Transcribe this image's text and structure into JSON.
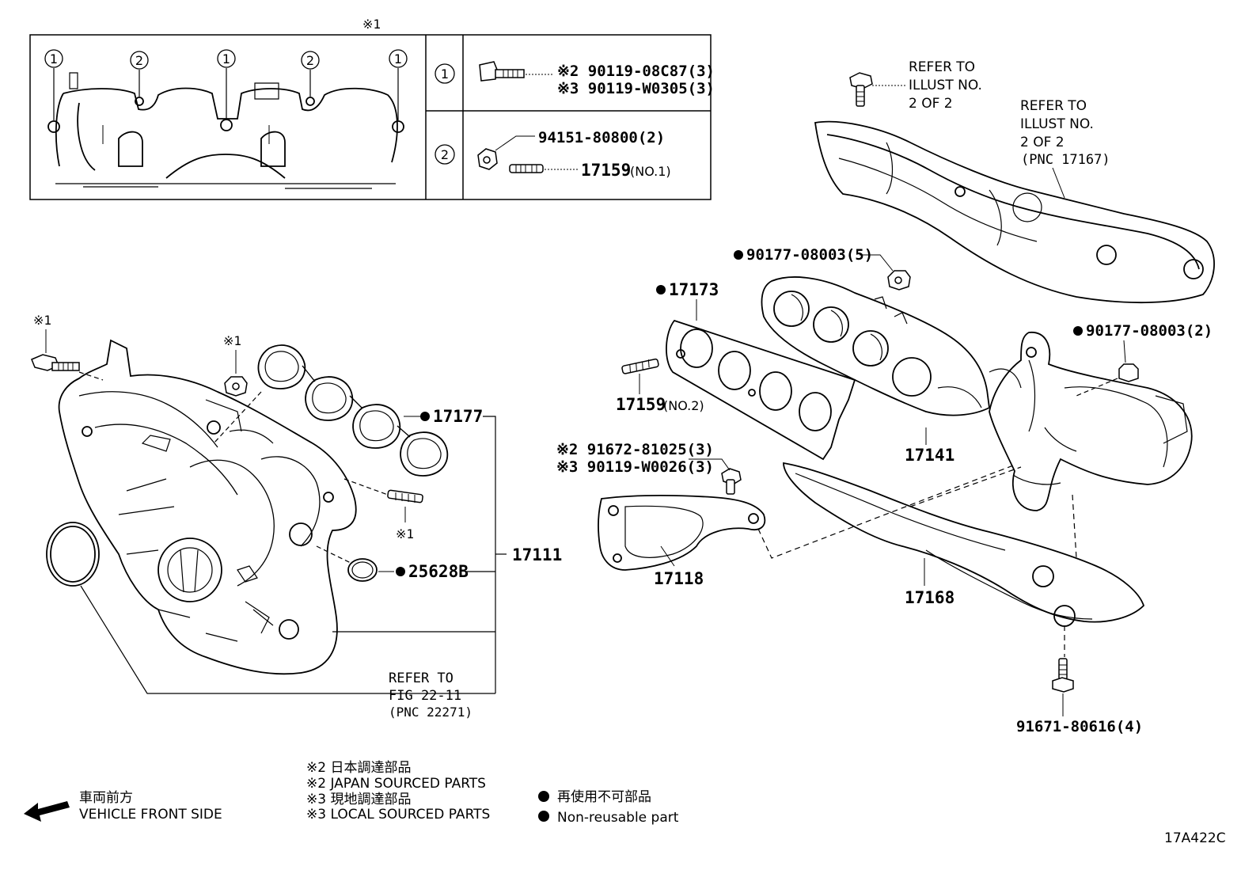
{
  "table": {
    "header_note": "※1",
    "row1": {
      "key": "1",
      "line1": "※2 90119-08C87(3)",
      "line2": "※3 90119-W0305(3)"
    },
    "row2": {
      "key": "2",
      "nut": "94151-80800(2)",
      "stud": "17159",
      "stud_note": "(NO.1)"
    },
    "flange_marks": [
      "1",
      "2",
      "1",
      "2",
      "1"
    ]
  },
  "refer_shield": {
    "line1": "REFER TO",
    "line2": "ILLUST NO.",
    "line3": "2 OF 2"
  },
  "refer_17167": {
    "line1": "REFER TO",
    "line2": "ILLUST NO.",
    "line3": "2 OF 2",
    "line4": "(PNC 17167)"
  },
  "refer_22271": {
    "line1": "REFER TO",
    "line2": "FIG 22-11",
    "line3": "(PNC 22271)"
  },
  "parts": {
    "p90177_5": "90177-08003(5)",
    "p17173": "17173",
    "p90177_2": "90177-08003(2)",
    "p17159_no2": "17159",
    "p17159_no2_note": "(NO.2)",
    "p17141": "17141",
    "p91672_a": "※2 91672-81025(3)",
    "p91672_b": "※3 90119-W0026(3)",
    "p17118": "17118",
    "p17168": "17168",
    "p91671": "91671-80616(4)",
    "p17177": "17177",
    "p17111": "17111",
    "p25628B": "25628B",
    "note_x1_a": "※1",
    "note_x1_b": "※1",
    "note_x1_c": "※1"
  },
  "legend": {
    "front_jp": "車両前方",
    "front_en": "VEHICLE FRONT SIDE",
    "n2_jp": "※2  日本調達部品",
    "n2_en": "※2  JAPAN SOURCED PARTS",
    "n3_jp": "※3  現地調達部品",
    "n3_en": "※3  LOCAL SOURCED PARTS",
    "nonreuse_jp": "再使用不可部品",
    "nonreuse_en": "Non-reusable part"
  },
  "figure_id": "17A422C"
}
